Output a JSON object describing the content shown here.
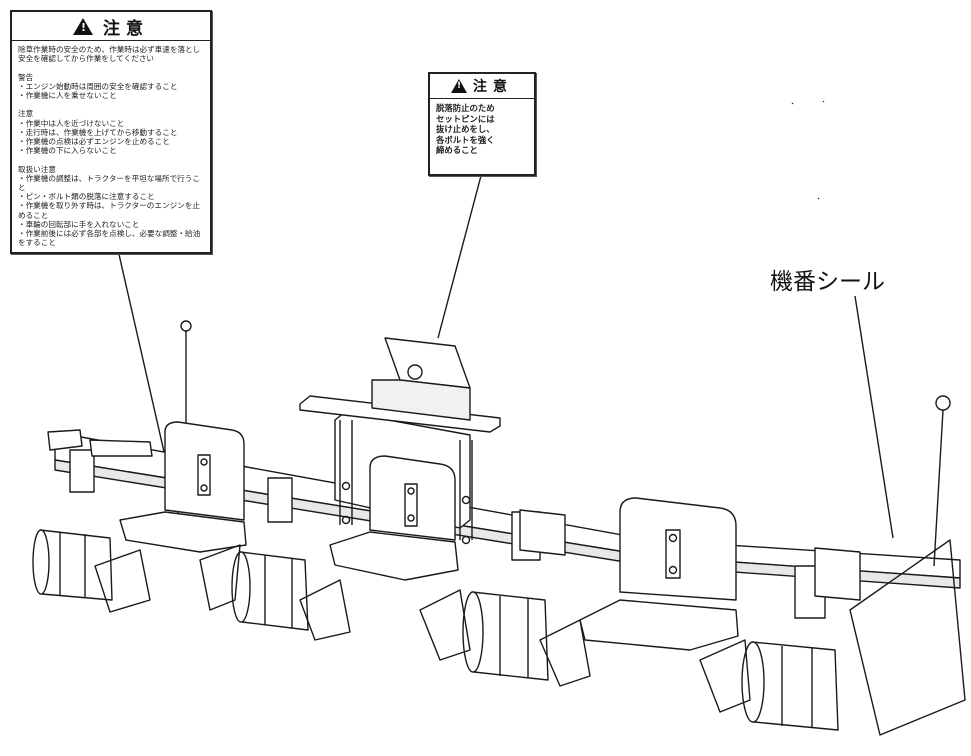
{
  "labels": {
    "large": {
      "title": "注意",
      "icon": "warning-triangle-icon",
      "body": "除草作業時の安全のため、作業時は必ず車速を落とし安全を確認してから作業をしてください\n\n警告\n・エンジン始動時は周囲の安全を確認すること\n・作業機に人を乗せないこと\n\n注意\n・作業中は人を近づけないこと\n・走行時は、作業機を上げてから移動すること\n・作業機の点検は必ずエンジンを止めること\n・作業機の下に入らないこと\n\n取扱い注意\n・作業機の調整は、トラクターを平坦な場所で行うこと\n・ピン・ボルト類の脱落に注意すること\n・作業機を取り外す時は、トラクターのエンジンを止めること\n・車輪の回転部に手を入れないこと\n・作業前後には必ず各部を点検し、必要な調整・給油をすること"
    },
    "small": {
      "title": "注意",
      "icon": "warning-triangle-icon",
      "body": "脱落防止のため\nセットピンには\n抜け止めをし、\n各ボルトを強く\n締めること"
    },
    "serial": {
      "text": "機番シール"
    }
  },
  "colors": {
    "line": "#1a1a1a",
    "fill": "#ffffff",
    "shade": "#dcdcdc"
  }
}
